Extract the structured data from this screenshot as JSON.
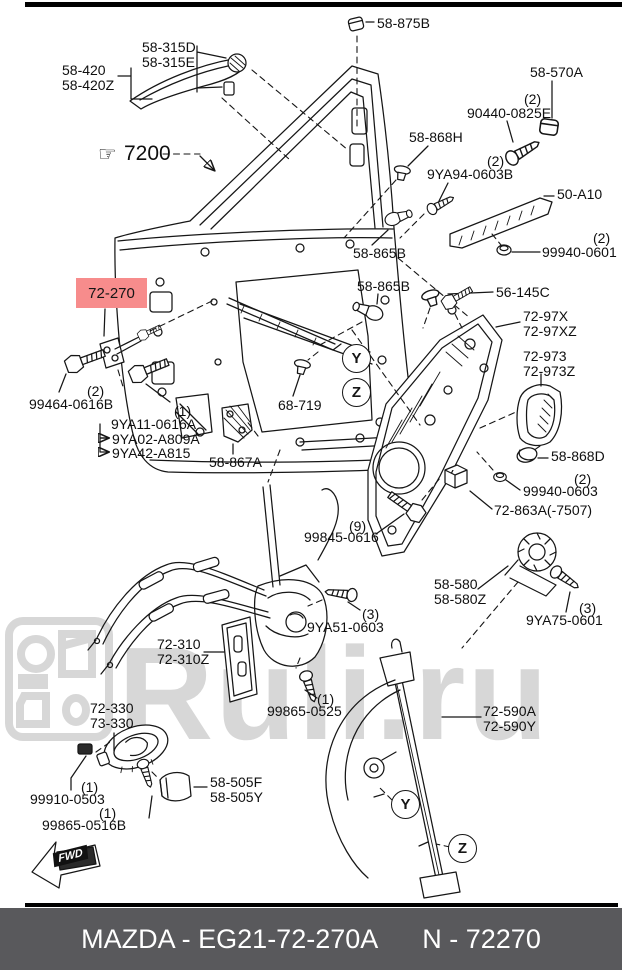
{
  "watermark": {
    "text": "Ruli.ru"
  },
  "ref_7200": {
    "icon": "☞",
    "label": "7200"
  },
  "highlight": {
    "label": "72-270",
    "color": "#f78c8c"
  },
  "view_markers": {
    "y": "Y",
    "z": "Z"
  },
  "fwd": {
    "label": "FWD"
  },
  "parts": {
    "p58_315d": "58-315D",
    "p58_315e": "58-315E",
    "p58_420": "58-420",
    "p58_420z": "58-420Z",
    "p58_875b": "58-875B",
    "p58_570a": "58-570A",
    "q2_90440": "(2)",
    "p90440_0825e": "90440-0825E",
    "p58_868h": "58-868H",
    "q2_9ya94": "(2)",
    "p9ya94_0603b": "9YA94-0603B",
    "p50_a10": "50-A10",
    "q2_99940_0601": "(2)",
    "p99940_0601": "99940-0601",
    "p58_865b_upper": "58-865B",
    "p58_865b_lower": "58-865B",
    "p56_145c": "56-145C",
    "p72_97x": "72-97X",
    "p72_97xz": "72-97XZ",
    "p72_973": "72-973",
    "p72_973z": "72-973Z",
    "p68_719": "68-719",
    "q2_99464": "(2)",
    "p99464_0616b": "99464-0616B",
    "q1_9ya11": "(1)",
    "p9ya11_0616a": "9YA11-0616A",
    "p9ya02_a809a": "9YA02-A809A",
    "p9ya42_a815": "9YA42-A815",
    "p58_867a": "58-867A",
    "p58_868d": "58-868D",
    "q2_99940_0603": "(2)",
    "p99940_0603": "99940-0603",
    "p72_863a": "72-863A(-7507)",
    "q9_99845": "(9)",
    "p99845_0616": "99845-0616",
    "p58_580": "58-580",
    "p58_580z": "58-580Z",
    "q3_9ya75": "(3)",
    "p9ya75_0601": "9YA75-0601",
    "q3_9ya51": "(3)",
    "p9ya51_0603": "9YA51-0603",
    "p72_310": "72-310",
    "p72_310z": "72-310Z",
    "q1_99865_0525": "(1)",
    "p99865_0525": "99865-0525",
    "p72_330": "72-330",
    "p73_330": "73-330",
    "q1_99910": "(1)",
    "p99910_0503": "99910-0503",
    "q1_99865_0516": "(1)",
    "p99865_0516b": "99865-0516B",
    "p58_505f": "58-505F",
    "p58_505y": "58-505Y",
    "p72_590a": "72-590A",
    "p72_590y": "72-590Y"
  },
  "title_bar": {
    "left": "MAZDA - EG21-72-270A",
    "right": "N - 72270"
  }
}
